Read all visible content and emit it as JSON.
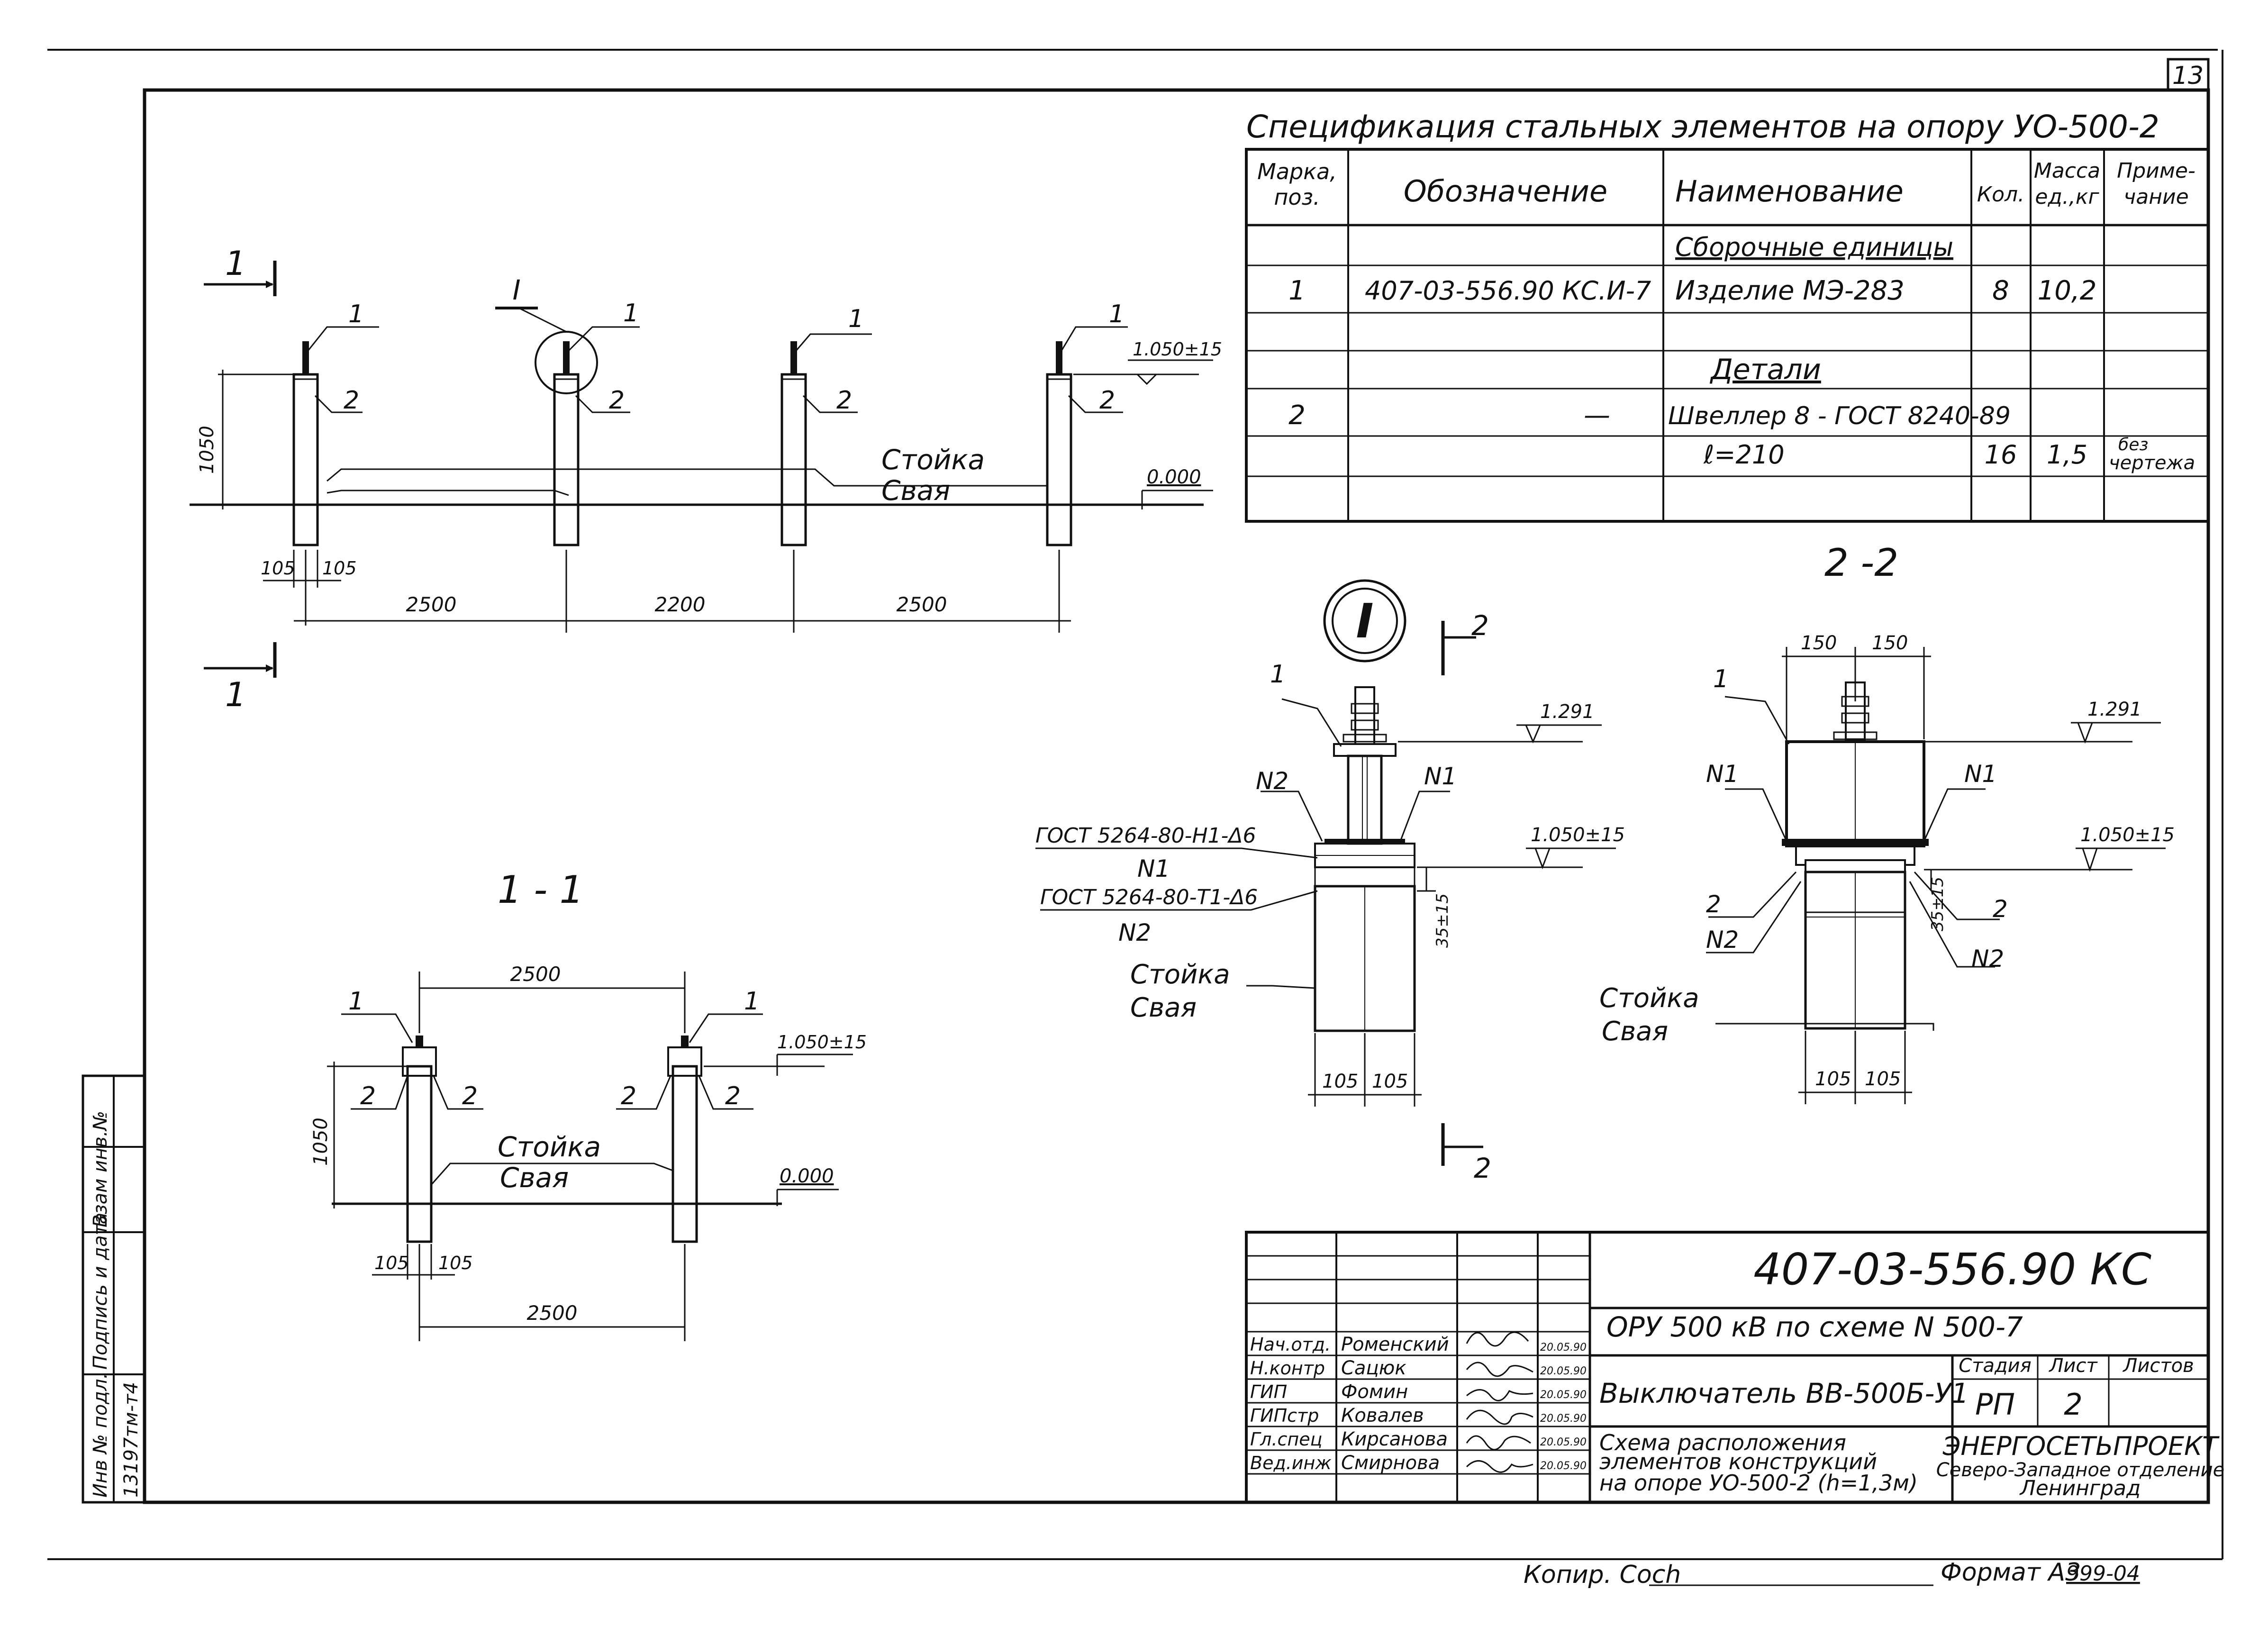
{
  "page_number": "13",
  "spec": {
    "title": "Спецификация стальных элементов на опору УО-500-2",
    "headers": {
      "mark": [
        "Марка,",
        "поз."
      ],
      "designation": "Обозначение",
      "name": "Наименование",
      "qty": "Кол.",
      "mass": [
        "Масса",
        "ед.,кг"
      ],
      "note": [
        "Приме-",
        "чание"
      ]
    },
    "rows": [
      {
        "mark": "",
        "designation": "",
        "name": "Сборочные единицы",
        "qty": "",
        "mass": "",
        "note": ""
      },
      {
        "mark": "1",
        "designation": "407-03-556.90 КС.И-7",
        "name": "Изделие МЭ-283",
        "qty": "8",
        "mass": "10,2",
        "note": ""
      },
      {
        "mark": "",
        "designation": "",
        "name": "",
        "qty": "",
        "mass": "",
        "note": ""
      },
      {
        "mark": "",
        "designation": "",
        "name": "Детали",
        "qty": "",
        "mass": "",
        "note": ""
      },
      {
        "mark": "2",
        "designation": "—",
        "name": "Швеллер 8 - ГОСТ 8240-89",
        "qty": "",
        "mass": "",
        "note": ""
      },
      {
        "mark": "",
        "designation": "",
        "name": "ℓ=210",
        "qty": "16",
        "mass": "1,5",
        "note": [
          "без",
          "чертежа"
        ]
      },
      {
        "mark": "",
        "designation": "",
        "name": "",
        "qty": "",
        "mass": "",
        "note": ""
      }
    ]
  },
  "elevation": {
    "section_mark": "1",
    "detail_mark": "I",
    "pos1": "1",
    "pos2": "2",
    "height": "1050",
    "level_top": "1.050±15",
    "level_zero": "0.000",
    "label_post": "Стойка",
    "label_pile": "Свая",
    "half_width_left": "105",
    "half_width_right": "105",
    "spans": [
      "2500",
      "2200",
      "2500"
    ]
  },
  "section_1_1": {
    "title": "1 - 1",
    "pos1": "1",
    "pos2": "2",
    "dim_top": "2500",
    "dim_bottom": "2500",
    "height": "1050",
    "level_top": "1.050±15",
    "level_zero": "0.000",
    "label_post": "Стойка",
    "label_pile": "Свая",
    "half_width_left": "105",
    "half_width_right": "105"
  },
  "detail_I": {
    "mark": "I",
    "cut_mark": "2",
    "pos1": "1",
    "n1": "N1",
    "n2": "N2",
    "weld1": "ГОСТ 5264-80-Н1-Δ6",
    "weld1_sub": "N1",
    "weld2": "ГОСТ 5264-80-Т1-Δ6",
    "weld2_sub": "N2",
    "level_top": "1.291",
    "level_mid": "1.050±15",
    "dim_35": "35±15",
    "label_post": "Стойка",
    "label_pile": "Свая",
    "half_width_left": "105",
    "half_width_right": "105"
  },
  "section_2_2": {
    "title": "2 -2",
    "pos1": "1",
    "pos2": "2",
    "n1": "N1",
    "n2": "N2",
    "dim_left": "150",
    "dim_right": "150",
    "level_top": "1.291",
    "level_mid": "1.050±15",
    "dim_35": "35±15",
    "label_post": "Стойка",
    "label_pile": "Свая",
    "half_width_left": "105",
    "half_width_right": "105"
  },
  "title_block": {
    "code": "407-03-556.90 КС",
    "project": "ОРУ 500 кВ по схеме N 500-7",
    "object": "Выключатель ВВ-500Б-У1",
    "sheet_title": [
      "Схема расположения",
      "элементов конструкций",
      "на опоре УО-500-2 (h=1,3м)"
    ],
    "stage_label": "Стадия",
    "sheet_label": "Лист",
    "sheets_label": "Листов",
    "stage": "РП",
    "sheet": "2",
    "sheets": "",
    "org": [
      "ЭНЕРГОСЕТЬПРОЕКТ",
      "Северо-Западное отделение",
      "Ленинград"
    ],
    "people": [
      {
        "role": "Нач.отд.",
        "name": "Роменский",
        "date": "20.05.90"
      },
      {
        "role": "Н.контр",
        "name": "Сацюк",
        "date": "20.05.90"
      },
      {
        "role": "ГИП",
        "name": "Фомин",
        "date": "20.05.90"
      },
      {
        "role": "ГИПстр",
        "name": "Ковалев",
        "date": "20.05.90"
      },
      {
        "role": "Гл.спец",
        "name": "Кирсанова",
        "date": "20.05.90"
      },
      {
        "role": "Вед.инж",
        "name": "Смирнова",
        "date": "20.05.90"
      }
    ]
  },
  "side_stamp": {
    "labels": [
      "Инв № подл.",
      "Подпись и дата",
      "Взам инв.№"
    ],
    "inv_number": "13197тм-т4"
  },
  "footer": {
    "copied": "Копир. Сосh",
    "format": "Формат А3",
    "code": "999-04"
  }
}
